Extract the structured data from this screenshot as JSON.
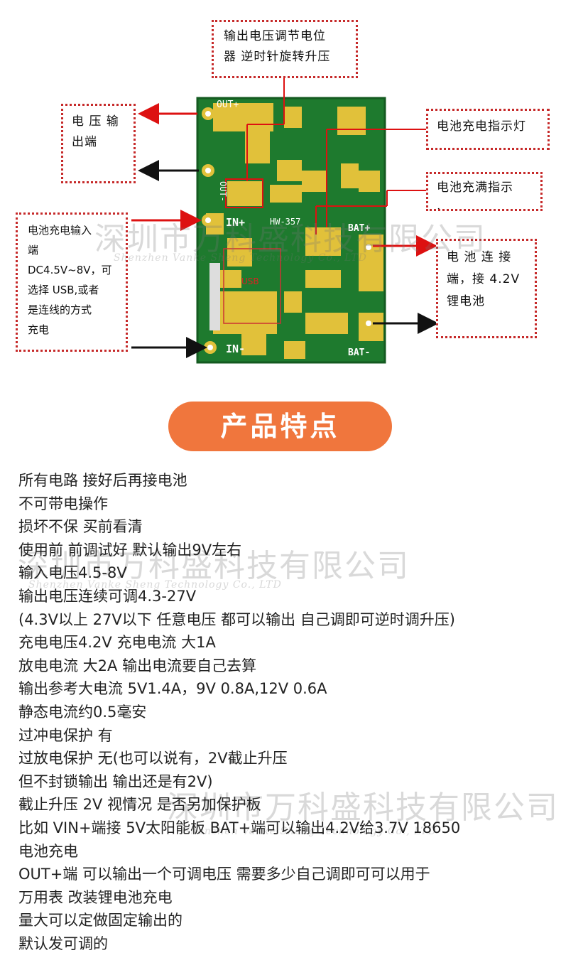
{
  "callouts": {
    "pot": [
      "输出电压调节电位",
      "器 逆时针旋转升压"
    ],
    "vout": [
      "电 压 输",
      "出端"
    ],
    "charge_led": [
      "电池充电指示灯"
    ],
    "full_led": [
      "电池充满指示",
      "."
    ],
    "vin": [
      "电池充电输入",
      "端",
      "DC4.5V~8V，可",
      "选择 USB,或者",
      "是连线的方式",
      "充电"
    ],
    "battery": [
      "电 池 连 接",
      "端，接 4.2V",
      "锂电池"
    ]
  },
  "board": {
    "out_plus": "OUT+",
    "out_minus": "OUT-",
    "in_plus": "IN+",
    "in_minus": "IN-",
    "model": "HW-357",
    "bat_plus": "BAT+",
    "bat_minus": "BAT-",
    "usb": "USB"
  },
  "watermark": {
    "cn": "深圳市万科盛科技有限公司",
    "en": "Shenzhen Vanke Sheng Technology Co., LTD"
  },
  "banner": "产品特点",
  "features": [
    "所有电路 接好后再接电池",
    "不可带电操作",
    "损坏不保 买前看清",
    "使用前 前调试好 默认输出9V左右",
    "输入电压4.5-8V",
    "输出电压连续可调4.3-27V",
    "(4.3V以上 27V以下 任意电压 都可以输出 自己调即可逆时调升压)",
    "充电电压4.2V 充电电流 大1A",
    "放电电流 大2A 输出电流要自己去算",
    "输出参考大电流 5V1.4A，9V 0.8A,12V 0.6A",
    "静态电流约0.5毫安",
    "过冲电保护 有",
    "过放电保护 无(也可以说有，2V截止升压",
    "但不封锁输出 输出还是有2V)",
    "截止升压 2V 视情况 是否另加保护板",
    "比如 VIN+端接 5V太阳能板 BAT+端可以输出4.2V给3.7V 18650",
    "电池充电",
    "OUT+端 可以输出一个可调电压 需要多少自己调即可可以用于",
    "万用表 改装锂电池充电",
    "量大可以定做固定输出的",
    "默认发可调的"
  ]
}
